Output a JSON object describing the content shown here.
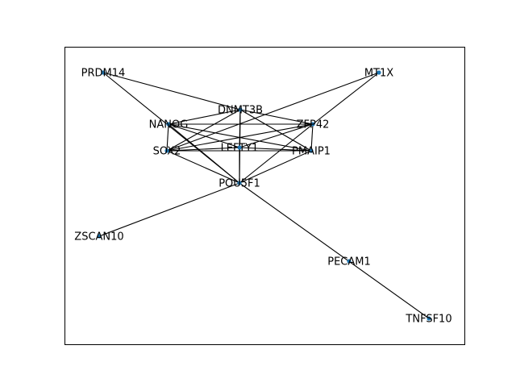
{
  "graph": {
    "node_color": "#1f77b4",
    "edge_color": "#000000",
    "nodes": [
      {
        "id": "PRDM14"
      },
      {
        "id": "MT1X"
      },
      {
        "id": "DNMT3B"
      },
      {
        "id": "NANOG"
      },
      {
        "id": "ZFP42"
      },
      {
        "id": "SOX2"
      },
      {
        "id": "LEFTY1"
      },
      {
        "id": "PMAIP1"
      },
      {
        "id": "POU5F1"
      },
      {
        "id": "ZSCAN10"
      },
      {
        "id": "PECAM1"
      },
      {
        "id": "TNFSF10"
      }
    ],
    "edges": [
      [
        "PRDM14",
        "DNMT3B"
      ],
      [
        "PRDM14",
        "POU5F1"
      ],
      [
        "MT1X",
        "ZFP42"
      ],
      [
        "MT1X",
        "SOX2"
      ],
      [
        "DNMT3B",
        "NANOG"
      ],
      [
        "DNMT3B",
        "ZFP42"
      ],
      [
        "DNMT3B",
        "SOX2"
      ],
      [
        "DNMT3B",
        "LEFTY1"
      ],
      [
        "DNMT3B",
        "PMAIP1"
      ],
      [
        "DNMT3B",
        "POU5F1"
      ],
      [
        "NANOG",
        "ZFP42"
      ],
      [
        "NANOG",
        "SOX2"
      ],
      [
        "NANOG",
        "LEFTY1"
      ],
      [
        "NANOG",
        "PMAIP1"
      ],
      [
        "NANOG",
        "POU5F1"
      ],
      [
        "ZFP42",
        "SOX2"
      ],
      [
        "ZFP42",
        "LEFTY1"
      ],
      [
        "ZFP42",
        "PMAIP1"
      ],
      [
        "ZFP42",
        "POU5F1"
      ],
      [
        "SOX2",
        "LEFTY1"
      ],
      [
        "SOX2",
        "PMAIP1"
      ],
      [
        "SOX2",
        "POU5F1"
      ],
      [
        "LEFTY1",
        "PMAIP1"
      ],
      [
        "LEFTY1",
        "POU5F1"
      ],
      [
        "PMAIP1",
        "POU5F1"
      ],
      [
        "POU5F1",
        "ZSCAN10"
      ],
      [
        "POU5F1",
        "TNFSF10"
      ]
    ]
  }
}
